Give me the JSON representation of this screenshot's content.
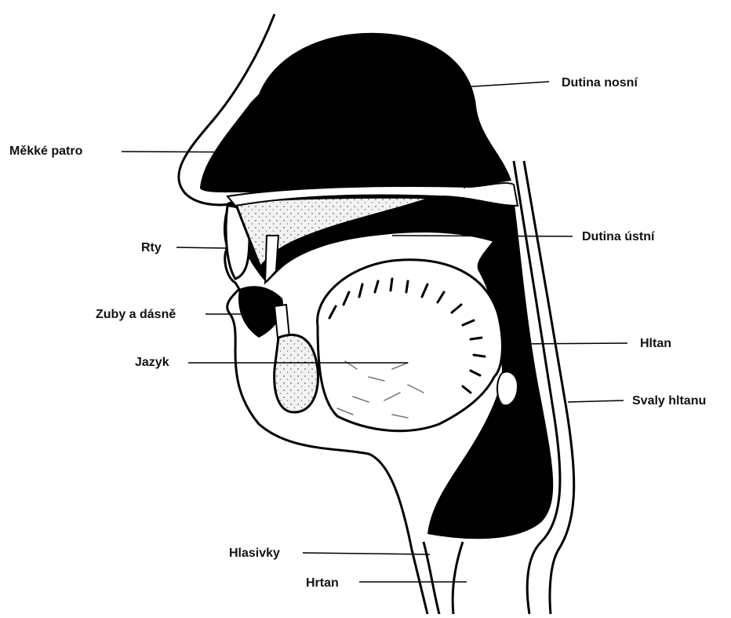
{
  "diagram": {
    "labels": {
      "dutina_nosni": "Dutina nosní",
      "mekke_patro": "Měkké patro",
      "dutina_ustni": "Dutina ústní",
      "rty": "Rty",
      "zuby_a_dasne": "Zuby a dásně",
      "jazyk": "Jazyk",
      "hltan": "Hltan",
      "svaly_hltanu": "Svaly hltanu",
      "hlasivky": "Hlasivky",
      "hrtan": "Hrtan"
    },
    "colors": {
      "ink": "#000000",
      "paper": "#ffffff",
      "stipple": "#e9e9e9"
    }
  }
}
